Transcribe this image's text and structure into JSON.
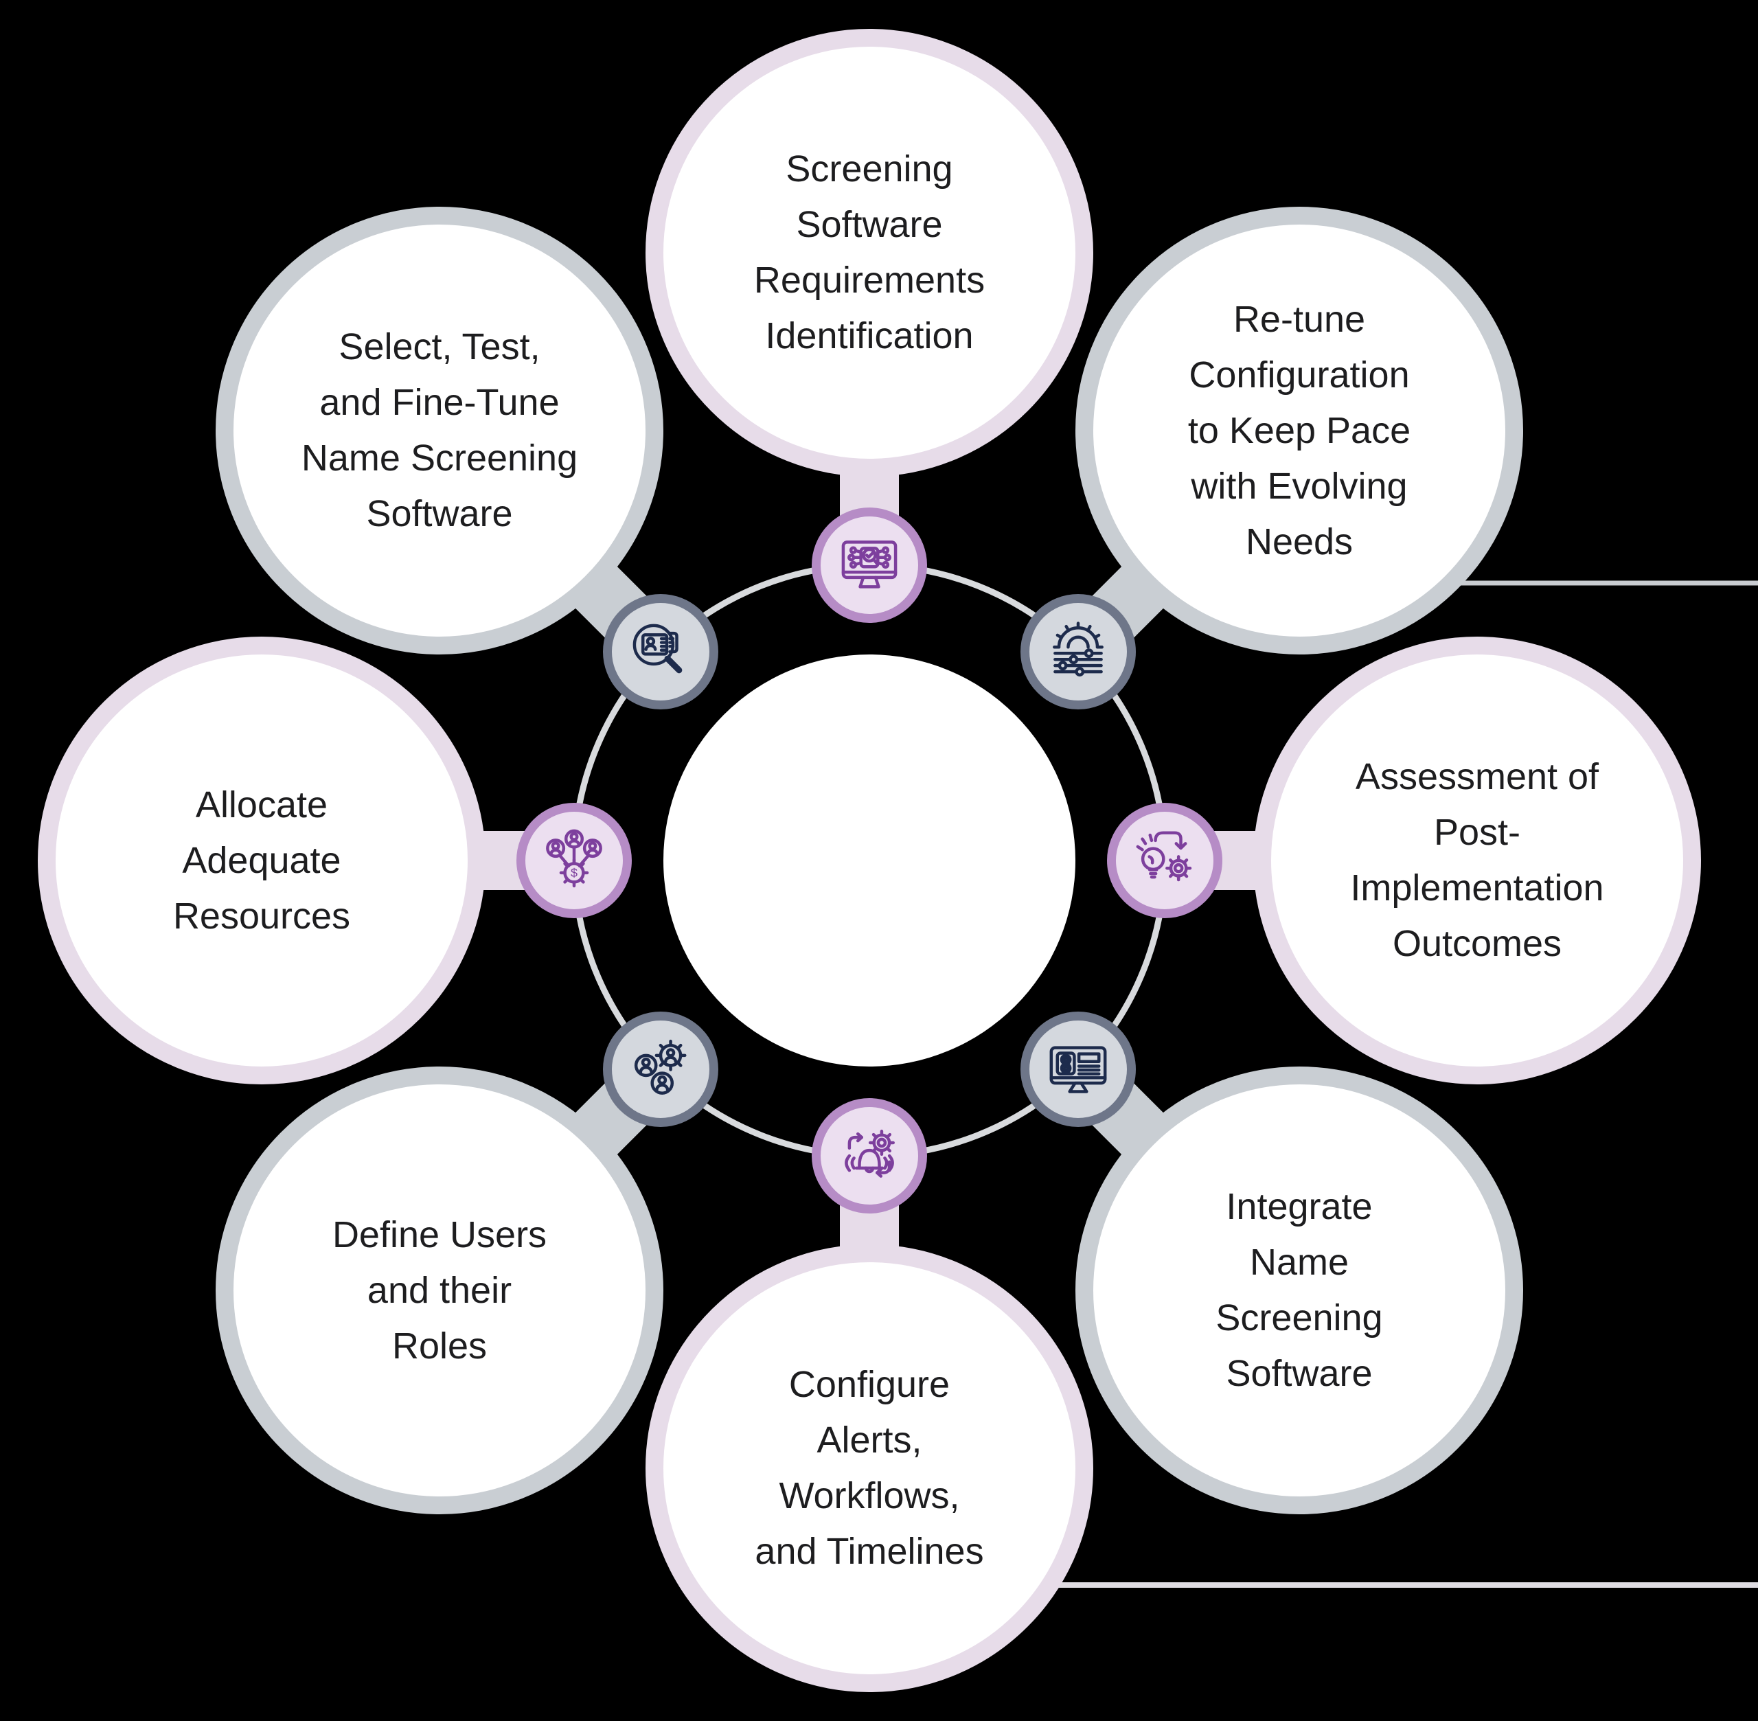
{
  "diagram": {
    "type": "circular-process",
    "center_label": "",
    "colors": {
      "background": "#000000",
      "node_fill": "#ffffff",
      "purple_node_border": "#e7dce9",
      "gray_node_border": "#c9ced3",
      "purple_icon_fill": "#ecdff0",
      "purple_icon_border": "#b68cc6",
      "purple_icon_stroke": "#7d3f9d",
      "gray_icon_fill": "#d4d8de",
      "gray_icon_border": "#6e7689",
      "navy_icon_stroke": "#1d2b4c",
      "ring": "#d8dadd",
      "text": "#1d1d1f"
    },
    "nodes": [
      {
        "position": "top",
        "theme": "purple",
        "icon": "monitor-scan-check-icon",
        "label": "Screening\nSoftware\nRequirements\nIdentification"
      },
      {
        "position": "top-right",
        "theme": "gray",
        "icon": "gear-sliders-icon",
        "label": "Re-tune\nConfiguration\nto Keep Pace\nwith Evolving\nNeeds"
      },
      {
        "position": "right",
        "theme": "purple",
        "icon": "bulb-to-gear-icon",
        "label": "Assessment of\nPost-\nImplementation\nOutcomes"
      },
      {
        "position": "bottom-right",
        "theme": "gray",
        "icon": "monitor-profiles-icon",
        "label": "Integrate\nName\nScreening\nSoftware"
      },
      {
        "position": "bottom",
        "theme": "purple",
        "icon": "bell-gear-cycle-icon",
        "label": "Configure\nAlerts,\nWorkflows,\nand Timelines"
      },
      {
        "position": "bottom-left",
        "theme": "gray",
        "icon": "users-gear-icon",
        "label": "Define Users\nand their\nRoles"
      },
      {
        "position": "left",
        "theme": "purple",
        "icon": "people-money-gear-icon",
        "label": "Allocate\nAdequate\nResources"
      },
      {
        "position": "top-left",
        "theme": "gray",
        "icon": "magnifier-id-card-icon",
        "label": "Select, Test,\nand Fine-Tune\nName Screening\nSoftware"
      }
    ]
  }
}
